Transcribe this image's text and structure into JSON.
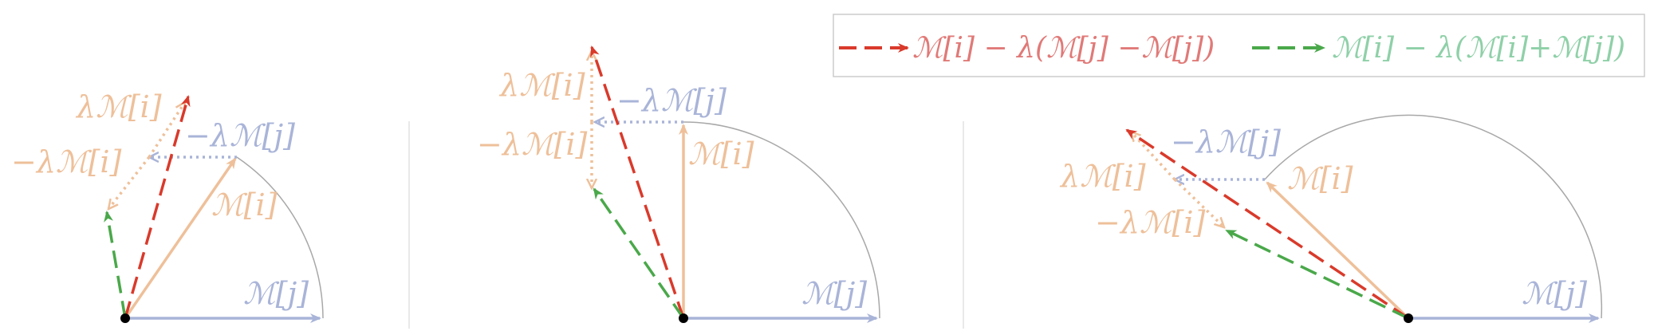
{
  "colors": {
    "red": "#d93a2b",
    "green": "#4aa84a",
    "blue": "#a9b4d8",
    "orange": "#eec09a",
    "legend_red_text": "#e07a78",
    "legend_green_text": "#8fd0a8",
    "legend_border": "#cccccc",
    "arc": "#a8a8a8",
    "separator": "#e2e2e2"
  },
  "legend": {
    "red_label": "ℳ[i] − λ(ℳ[j] −ℳ[j])",
    "green_label": "ℳ[i] − λ(ℳ[i]+ℳ[j])"
  },
  "labels": {
    "lam_mi": "λℳ[i]",
    "neg_lam_mi": "−λℳ[i]",
    "neg_lam_mj": "−λℳ[j]",
    "mi": "ℳ[i]",
    "mj": "ℳ[j]"
  }
}
